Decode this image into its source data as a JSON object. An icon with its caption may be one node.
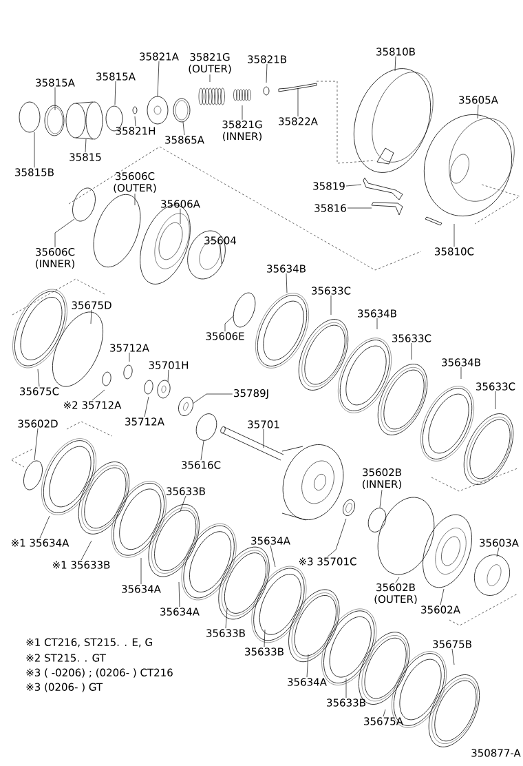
{
  "diagram": {
    "nodes": [
      {
        "text": [
          "35815A"
        ]
      },
      {
        "text": [
          "35815A"
        ]
      },
      {
        "text": [
          "35821A"
        ]
      },
      {
        "text": [
          "35821G (OUTER)"
        ]
      },
      {
        "text": [
          "35821B"
        ]
      },
      {
        "text": [
          "35810B"
        ]
      },
      {
        "text": [
          "35605A"
        ]
      },
      {
        "text": [
          "35815B"
        ]
      },
      {
        "text": [
          "35815"
        ]
      },
      {
        "text": [
          "35821H"
        ]
      },
      {
        "text": [
          "35865A"
        ]
      },
      {
        "text": [
          "35821G (INNER)"
        ]
      },
      {
        "text": [
          "35822A"
        ]
      },
      {
        "text": [
          "35819"
        ]
      },
      {
        "text": [
          "35816"
        ]
      },
      {
        "text": [
          "35606C (OUTER)"
        ]
      },
      {
        "text": [
          "35606A"
        ]
      },
      {
        "text": [
          "35810C"
        ]
      },
      {
        "text": [
          "35606C (INNER)"
        ]
      },
      {
        "text": [
          "35604"
        ]
      },
      {
        "text": [
          "35634B"
        ]
      },
      {
        "text": [
          "35633C"
        ]
      },
      {
        "text": [
          "35675D"
        ]
      },
      {
        "text": [
          "35606E"
        ]
      },
      {
        "text": [
          "35634B"
        ]
      },
      {
        "text": [
          "35633C"
        ]
      },
      {
        "text": [
          "35712A"
        ]
      },
      {
        "text": [
          "35701H"
        ]
      },
      {
        "text": [
          "35634B"
        ]
      },
      {
        "text": [
          "35633C"
        ]
      },
      {
        "text": [
          "35675C"
        ]
      },
      {
        "text": [
          "※2 35712A"
        ]
      },
      {
        "text": [
          "35789J"
        ]
      },
      {
        "text": [
          "35712A"
        ]
      },
      {
        "text": [
          "35602D"
        ]
      },
      {
        "text": [
          "35701"
        ]
      },
      {
        "text": [
          "35616C"
        ]
      },
      {
        "text": [
          "35602B (INNER)"
        ]
      },
      {
        "text": [
          "35633B"
        ]
      },
      {
        "text": [
          "35634A"
        ]
      },
      {
        "text": [
          "※1 35634A"
        ]
      },
      {
        "text": [
          "35603A"
        ]
      },
      {
        "text": [
          "※3 35701C"
        ]
      },
      {
        "text": [
          "※1 35633B"
        ]
      },
      {
        "text": [
          "35634A"
        ]
      },
      {
        "text": [
          "35602B (OUTER)"
        ]
      },
      {
        "text": [
          "35602A"
        ]
      },
      {
        "text": [
          "35634A"
        ]
      },
      {
        "text": [
          "35633B"
        ]
      },
      {
        "text": [
          "35675B"
        ]
      },
      {
        "text": [
          "35633B"
        ]
      },
      {
        "text": [
          "35634A"
        ]
      },
      {
        "text": [
          "35633B"
        ]
      },
      {
        "text": [
          "35675A"
        ]
      }
    ],
    "edges": [
      {
        "from": 0,
        "to": null,
        "arrow": "none"
      },
      {
        "from": 1,
        "to": null,
        "arrow": "none"
      },
      {
        "from": 2,
        "to": null,
        "arrow": "none"
      },
      {
        "from": 3,
        "to": null,
        "arrow": "none"
      },
      {
        "from": 4,
        "to": null,
        "arrow": "none"
      },
      {
        "from": 5,
        "to": null,
        "arrow": "none"
      },
      {
        "from": 6,
        "to": null,
        "arrow": "none"
      },
      {
        "from": 7,
        "to": null,
        "arrow": "none"
      },
      {
        "from": 8,
        "to": null,
        "arrow": "none"
      },
      {
        "from": 9,
        "to": null,
        "arrow": "none"
      },
      {
        "from": 10,
        "to": null,
        "arrow": "none"
      },
      {
        "from": 11,
        "to": null,
        "arrow": "none"
      },
      {
        "from": 12,
        "to": null,
        "arrow": "none"
      },
      {
        "from": 13,
        "to": null,
        "arrow": "none"
      },
      {
        "from": 14,
        "to": null,
        "arrow": "none"
      },
      {
        "from": 15,
        "to": null,
        "arrow": "none"
      },
      {
        "from": 16,
        "to": null,
        "arrow": "none"
      },
      {
        "from": 17,
        "to": null,
        "arrow": "none"
      },
      {
        "from": 18,
        "to": null,
        "arrow": "none"
      },
      {
        "from": 19,
        "to": null,
        "arrow": "none"
      },
      {
        "from": 20,
        "to": null,
        "arrow": "none"
      },
      {
        "from": 21,
        "to": null,
        "arrow": "none"
      },
      {
        "from": 22,
        "to": null,
        "arrow": "none"
      },
      {
        "from": 23,
        "to": null,
        "arrow": "none"
      },
      {
        "from": 24,
        "to": null,
        "arrow": "none"
      },
      {
        "from": 25,
        "to": null,
        "arrow": "none"
      },
      {
        "from": 26,
        "to": null,
        "arrow": "none"
      },
      {
        "from": 27,
        "to": null,
        "arrow": "none"
      },
      {
        "from": 28,
        "to": null,
        "arrow": "none"
      },
      {
        "from": 29,
        "to": null,
        "arrow": "none"
      },
      {
        "from": 30,
        "to": null,
        "arrow": "none"
      },
      {
        "from": 31,
        "to": null,
        "arrow": "none"
      },
      {
        "from": 32,
        "to": null,
        "arrow": "none"
      },
      {
        "from": 33,
        "to": null,
        "arrow": "none"
      },
      {
        "from": 34,
        "to": null,
        "arrow": "none"
      },
      {
        "from": 35,
        "to": null,
        "arrow": "none"
      },
      {
        "from": 36,
        "to": null,
        "arrow": "none"
      },
      {
        "from": 37,
        "to": null,
        "arrow": "none"
      },
      {
        "from": 38,
        "to": null,
        "arrow": "none"
      },
      {
        "from": 39,
        "to": null,
        "arrow": "none"
      },
      {
        "from": 40,
        "to": null,
        "arrow": "none"
      },
      {
        "from": 41,
        "to": null,
        "arrow": "none"
      },
      {
        "from": 42,
        "to": null,
        "arrow": "none"
      },
      {
        "from": 43,
        "to": null,
        "arrow": "none"
      },
      {
        "from": 44,
        "to": null,
        "arrow": "none"
      },
      {
        "from": 45,
        "to": null,
        "arrow": "none"
      },
      {
        "from": 46,
        "to": null,
        "arrow": "none"
      },
      {
        "from": 47,
        "to": null,
        "arrow": "none"
      },
      {
        "from": 48,
        "to": null,
        "arrow": "none"
      },
      {
        "from": 49,
        "to": null,
        "arrow": "none"
      },
      {
        "from": 50,
        "to": null,
        "arrow": "none"
      },
      {
        "from": 51,
        "to": null,
        "arrow": "none"
      },
      {
        "from": 52,
        "to": null,
        "arrow": "none"
      },
      {
        "from": 53,
        "to": null,
        "arrow": "none"
      }
    ],
    "labels": [
      "※1 CT216, ST215. . E, G",
      "※2 ST215. . GT",
      "※3 ( -0206) ; (0206- ) CT216",
      "※3 (0206- ) GT",
      "350877-A"
    ]
  }
}
